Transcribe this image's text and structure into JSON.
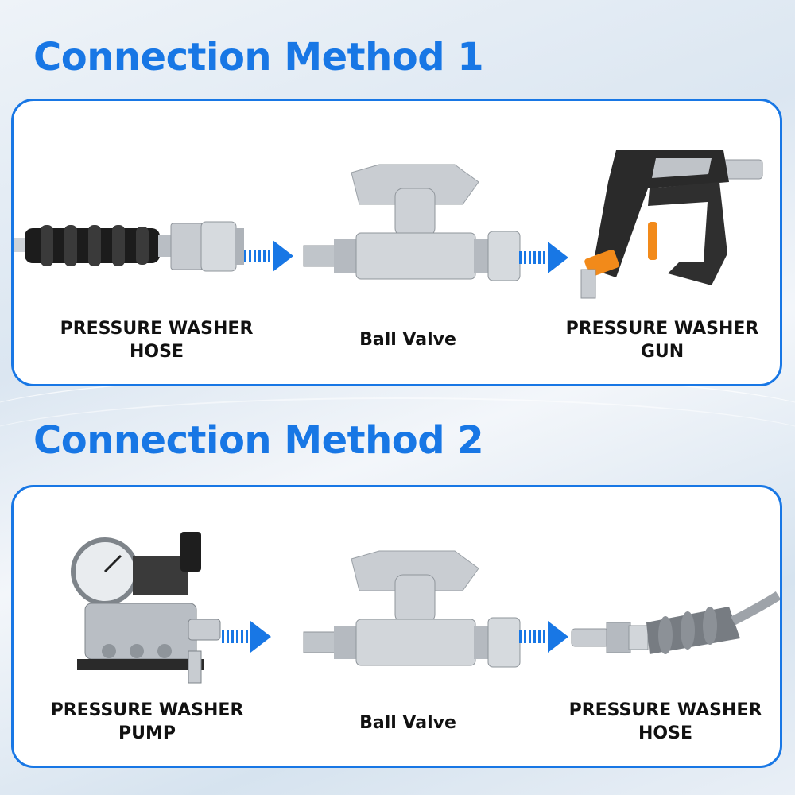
{
  "method1": {
    "title": "Connection Method 1",
    "items": [
      {
        "icon": "pressure-washer-hose-icon",
        "label_line1": "PRESSURE WASHER",
        "label_line2": "HOSE"
      },
      {
        "icon": "ball-valve-icon",
        "label_line1": "Ball Valve",
        "label_line2": ""
      },
      {
        "icon": "pressure-washer-gun-icon",
        "label_line1": "PRESSURE WASHER",
        "label_line2": "GUN"
      }
    ]
  },
  "method2": {
    "title": "Connection Method 2",
    "items": [
      {
        "icon": "pressure-washer-pump-icon",
        "label_line1": "PRESSURE WASHER",
        "label_line2": "PUMP"
      },
      {
        "icon": "ball-valve-icon",
        "label_line1": "Ball Valve",
        "label_line2": ""
      },
      {
        "icon": "pressure-washer-hose-icon",
        "label_line1": "PRESSURE WASHER",
        "label_line2": "HOSE"
      }
    ]
  },
  "colors": {
    "accent": "#1877e5",
    "label": "#111111",
    "panel_bg": "#ffffff",
    "hose_black": "#1c1c1c",
    "steel": "#c8ccd1",
    "orange": "#f28a1a",
    "hose_grey": "#777c82"
  }
}
